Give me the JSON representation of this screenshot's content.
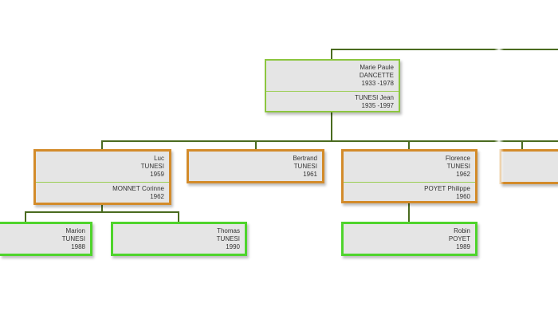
{
  "tree": {
    "root": {
      "spouse1": {
        "first": "Marie Paule",
        "last": "DANCETTE",
        "dates": "1933  -1978"
      },
      "spouse2": {
        "last": "TUNESI",
        "first": "Jean",
        "dates": "1935  -1997"
      }
    },
    "children": [
      {
        "person": {
          "first": "Luc",
          "last": "TUNESI",
          "dates": "1959"
        },
        "spouse": {
          "last": "MONNET",
          "first": "Corinne",
          "dates": "1962"
        }
      },
      {
        "person": {
          "first": "Bertrand",
          "last": "TUNESI",
          "dates": "1961"
        }
      },
      {
        "person": {
          "first": "Florence",
          "last": "TUNESI",
          "dates": "1962"
        },
        "spouse": {
          "last": "POYET",
          "first": "Philippe",
          "dates": "1960"
        }
      }
    ],
    "grandchildren": [
      {
        "first": "Marion",
        "last": "TUNESI",
        "dates": "1988"
      },
      {
        "first": "Thomas",
        "last": "TUNESI",
        "dates": "1990"
      },
      {
        "first": "Robin",
        "last": "POYET",
        "dates": "1989"
      }
    ]
  },
  "colors": {
    "connector": "#4a6b1f",
    "root_border": "#8cc63f",
    "child_border": "#d38b2a",
    "grandchild_border": "#4fd42c",
    "box_fill": "#e5e5e5"
  }
}
